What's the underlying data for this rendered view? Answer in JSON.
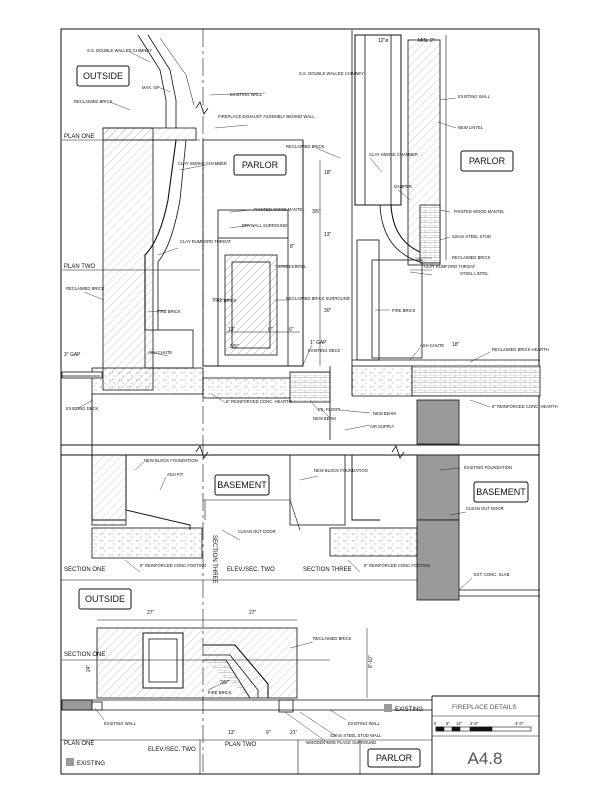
{
  "rooms": {
    "outside_top": "OUTSIDE",
    "parlor_left": "PARLOR",
    "parlor_right": "PARLOR",
    "basement_left": "BASEMENT",
    "basement_right": "BASEMENT",
    "outside_plan": "OUTSIDE",
    "parlor_bottom": "PARLOR"
  },
  "section_labels": {
    "plan_one_top": "PLAN ONE",
    "plan_two_top": "PLAN TWO",
    "section_one": "SECTION ONE",
    "elev_sec_two_mid": "ELEV./SEC. TWO",
    "section_three": "SECTION THREE",
    "section_three_vertical": "SECTION THREE",
    "section_one_plan": "SECTION ONE",
    "plan_one_bottom": "PLAN ONE",
    "elev_sec_two_bottom": "ELEV./SEC. TWO",
    "plan_two_bottom": "PLAN TWO"
  },
  "notes": {
    "ss_double_walled_chimney_left": "S.S. DOUBLE WALLED CHIMNEY",
    "ss_double_walled_chimney_right": "S.S. DOUBLE WALLED CHIMNEY",
    "max_60": "MAX. 60°",
    "existing_wall_top": "EXISTING WALL",
    "reclaimed_brick_1": "RECLAIMED BRICK",
    "fireplace_exhaust": "FIREPLACE EXHAUST ASSEMBLY BEHIND WALL",
    "reclaimed_brick_2": "RECLAIMED BRICK",
    "clay_smoke_chamber_left": "CLAY SMOKE CHAMBER",
    "painted_wood_mantel_left": "PAINTED WOOD MANTEL",
    "drywall_surround": "DRYWALL SURROUND",
    "clay_rumford_throat_left": "CLAY RUMFORD THROAT",
    "steel_lintel_left": "STEEL LINTEL",
    "reclaimed_brick_3": "RECLAIMED BRICK",
    "fire_brick_1": "FIRE BRICK",
    "reclaimed_brick_surround": "RECLAIMED BRICK SURROUND",
    "fire_brick_2": "FIRE BRICK",
    "ash_chute_left": "ASH CHUTE",
    "existing_deck_mid": "EXISTING DECK",
    "ex_floor": "EX. FLOOR",
    "new_beam_1": "NEW BEAM",
    "new_beam_2": "NEW BEAM",
    "air_supply": "AIR SUPPLY",
    "conc_hearth_left": "6\" REINFORCED CONC. HEARTH",
    "existing_deck_left": "EXISTING DECK",
    "existing_wall_right": "EXISTING WALL",
    "new_lintel": "NEW LINTEL",
    "clay_smoke_chamber_right": "CLAY SMOKE CHAMBER",
    "damper": "DAMPER",
    "painted_wood_mantel_right": "PAINTED WOOD MANTEL",
    "steel_stud": "S2mm STEEL STUD",
    "reclaimed_brick_4": "RECLAIMED BRICK",
    "clay_rumford_throat_right": "CLAY RUMFORD THROAT",
    "steel_lintel_right": "STEEL LINTEL",
    "fire_brick_3": "FIRE BRICK",
    "ash_chute_right": "ASH CHUTE",
    "reclaimed_brick_hearth": "RECLAIMED BRICK HEARTH",
    "conc_hearth_right": "6\" REINFORCED CONC. HEARTH",
    "new_block_foundation_left": "NEW BLOCK FOUNDATION",
    "ash_pit": "ASH PIT",
    "new_block_foundation_mid": "NEW BLOCK FOUNDATION",
    "clean_out_door_mid": "CLEAN OUT DOOR",
    "conc_footing_left": "8\" REINFORCED CONC.FOOTING",
    "conc_footing_right": "8\" REINFORCED CONC.FOOTING",
    "existing_foundation": "EXISTING FOUNDATION",
    "clean_out_door_right": "CLEAN OUT DOOR",
    "ext_conc_slab": "EXT. CONC. SLAB",
    "reclaimed_brick_plan": "RECLAIMED BRICK",
    "fire_brick_plan": "FIRE BRICK",
    "existing_wall_plan": "EXISTING WALL",
    "existing_wall_plan2": "EXISTING WALL",
    "steel_stud_wall": "S2mm STEEL STUD WALL",
    "wooden_fire_place_surround": "WOODEN FIRE PLACE SURROUND"
  },
  "dimensions": {
    "d_12_top": "12\"ø",
    "d_min2": "MIN. 2\"",
    "d_18a": "18\"",
    "d_3_5": "3/5\"",
    "d_13": "13\"",
    "d_8_a": "8\"",
    "d_30": "30\"",
    "d_13b": "13\"",
    "d_6a": "6\"",
    "d_6b": "6\"",
    "d_3_5b": "3/5\"",
    "d_3gap_left": "3\" GAP",
    "d_1gap": "1\" GAP",
    "d_18b": "18\"",
    "d_27a": "27\"",
    "d_27b": "27\"",
    "d_24": "24\"",
    "d_8_14": "8'-10\"",
    "d_3_5c": "3/5\"",
    "d_13c": "13\"",
    "d_6c": "6\"",
    "d_21": "21\""
  },
  "legend": {
    "existing_right": "EXISTING",
    "existing_left": "EXISTING"
  },
  "title_block": {
    "title": "FIREPLACE DETAILS",
    "scale_labels": [
      "0",
      "6\"",
      "12\"",
      "2'-0\"",
      "4'-0\""
    ],
    "sheet_number": "A4.8"
  },
  "colors": {
    "line": "#111111",
    "existing_fill": "#9a9a9a",
    "hatch": "#9a9a9a"
  }
}
